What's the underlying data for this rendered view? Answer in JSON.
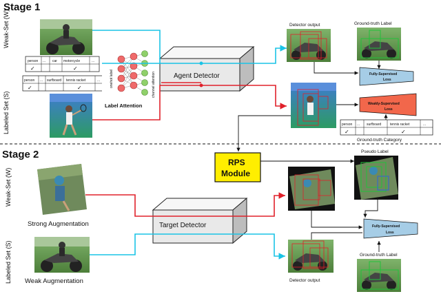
{
  "stage1": {
    "title": "Stage 1"
  },
  "stage2": {
    "title": "Stage 2"
  },
  "sides": {
    "weak_set_1": "Weak-Set (W)",
    "labeled_set_1": "Labeled Set (S)",
    "weak_set_2": "Weak-Set (W)",
    "labeled_set_2": "Labeled Set (S)"
  },
  "weak_label_table": {
    "cells": [
      "person",
      "...",
      "car",
      "motorcycle",
      "..."
    ],
    "checks": [
      "✓",
      "✓"
    ]
  },
  "labeled_label_table": {
    "cells": [
      "person",
      "...",
      "surfboard",
      "tennis racket",
      "..."
    ],
    "checks": [
      "✓",
      "✓"
    ]
  },
  "label_attention": {
    "title": "Label Attention",
    "onehot": "onehot label",
    "channel": "channel attention"
  },
  "agent_detector": "Agent Detector",
  "target_detector": "Target Detector",
  "detector_output_top": "Detector output",
  "gt_label_top": "Ground-truth Label",
  "fully_supervised_loss_top": [
    "Fully-Supervised",
    "Loss"
  ],
  "weakly_supervised_loss": [
    "Weakly-Supervised",
    "Loss"
  ],
  "gt_category": {
    "cells": [
      "person",
      "...",
      "surfboard",
      "tennis racket",
      "..."
    ],
    "checks": [
      "✓",
      "✓"
    ],
    "caption": "Ground-truth Category"
  },
  "rps": [
    "RPS",
    "Module"
  ],
  "pseudo_label": "Pseudo Label",
  "strong_aug": "Strong Augmentation",
  "weak_aug": "Weak Augmentation",
  "fully_supervised_loss_bottom": [
    "Fully-Supervised",
    "Loss"
  ],
  "gt_label_bottom": "Ground-truth Label",
  "detector_output_bottom": "Detector output",
  "colors": {
    "cyan": "#19c3e6",
    "red": "#e0202a",
    "rps": "#ffee00",
    "green_box": "#21c23a",
    "weak_loss": "#f2674b"
  }
}
